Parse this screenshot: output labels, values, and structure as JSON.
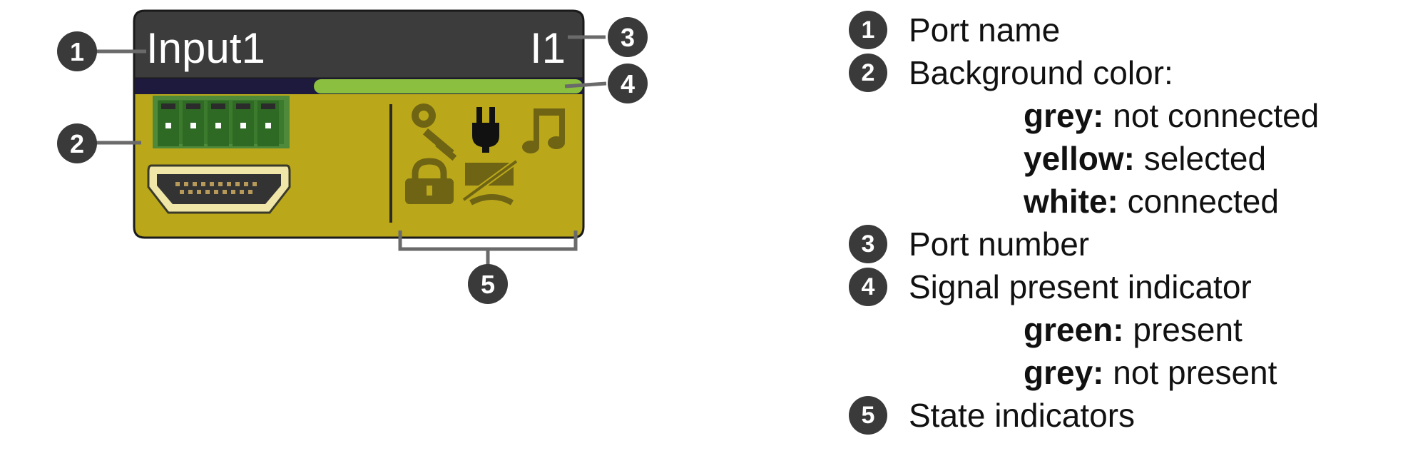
{
  "port": {
    "name": "Input1",
    "number": "I1",
    "background_color": "#bba81a",
    "header_color": "#3c3c3c",
    "signal_color": "#8bbf3f"
  },
  "callouts": [
    "1",
    "2",
    "3",
    "4",
    "5"
  ],
  "icons": {
    "connectors": [
      "phoenix-connector-icon",
      "hdmi-connector-icon"
    ],
    "states": [
      "key-icon",
      "power-plug-icon",
      "music-note-icon",
      "lock-icon",
      "video-off-icon"
    ]
  },
  "legend": [
    {
      "num": "1",
      "label": "Port name",
      "items": []
    },
    {
      "num": "2",
      "label": "Background color:",
      "items": [
        {
          "key": "grey:",
          "value": " not connected"
        },
        {
          "key": "yellow:",
          "value": " selected"
        },
        {
          "key": "white:",
          "value": " connected"
        }
      ]
    },
    {
      "num": "3",
      "label": "Port number",
      "items": []
    },
    {
      "num": "4",
      "label": "Signal present indicator",
      "items": [
        {
          "key": "green:",
          "value": " present"
        },
        {
          "key": "grey:",
          "value": " not present"
        }
      ]
    },
    {
      "num": "5",
      "label": "State indicators",
      "items": []
    }
  ]
}
